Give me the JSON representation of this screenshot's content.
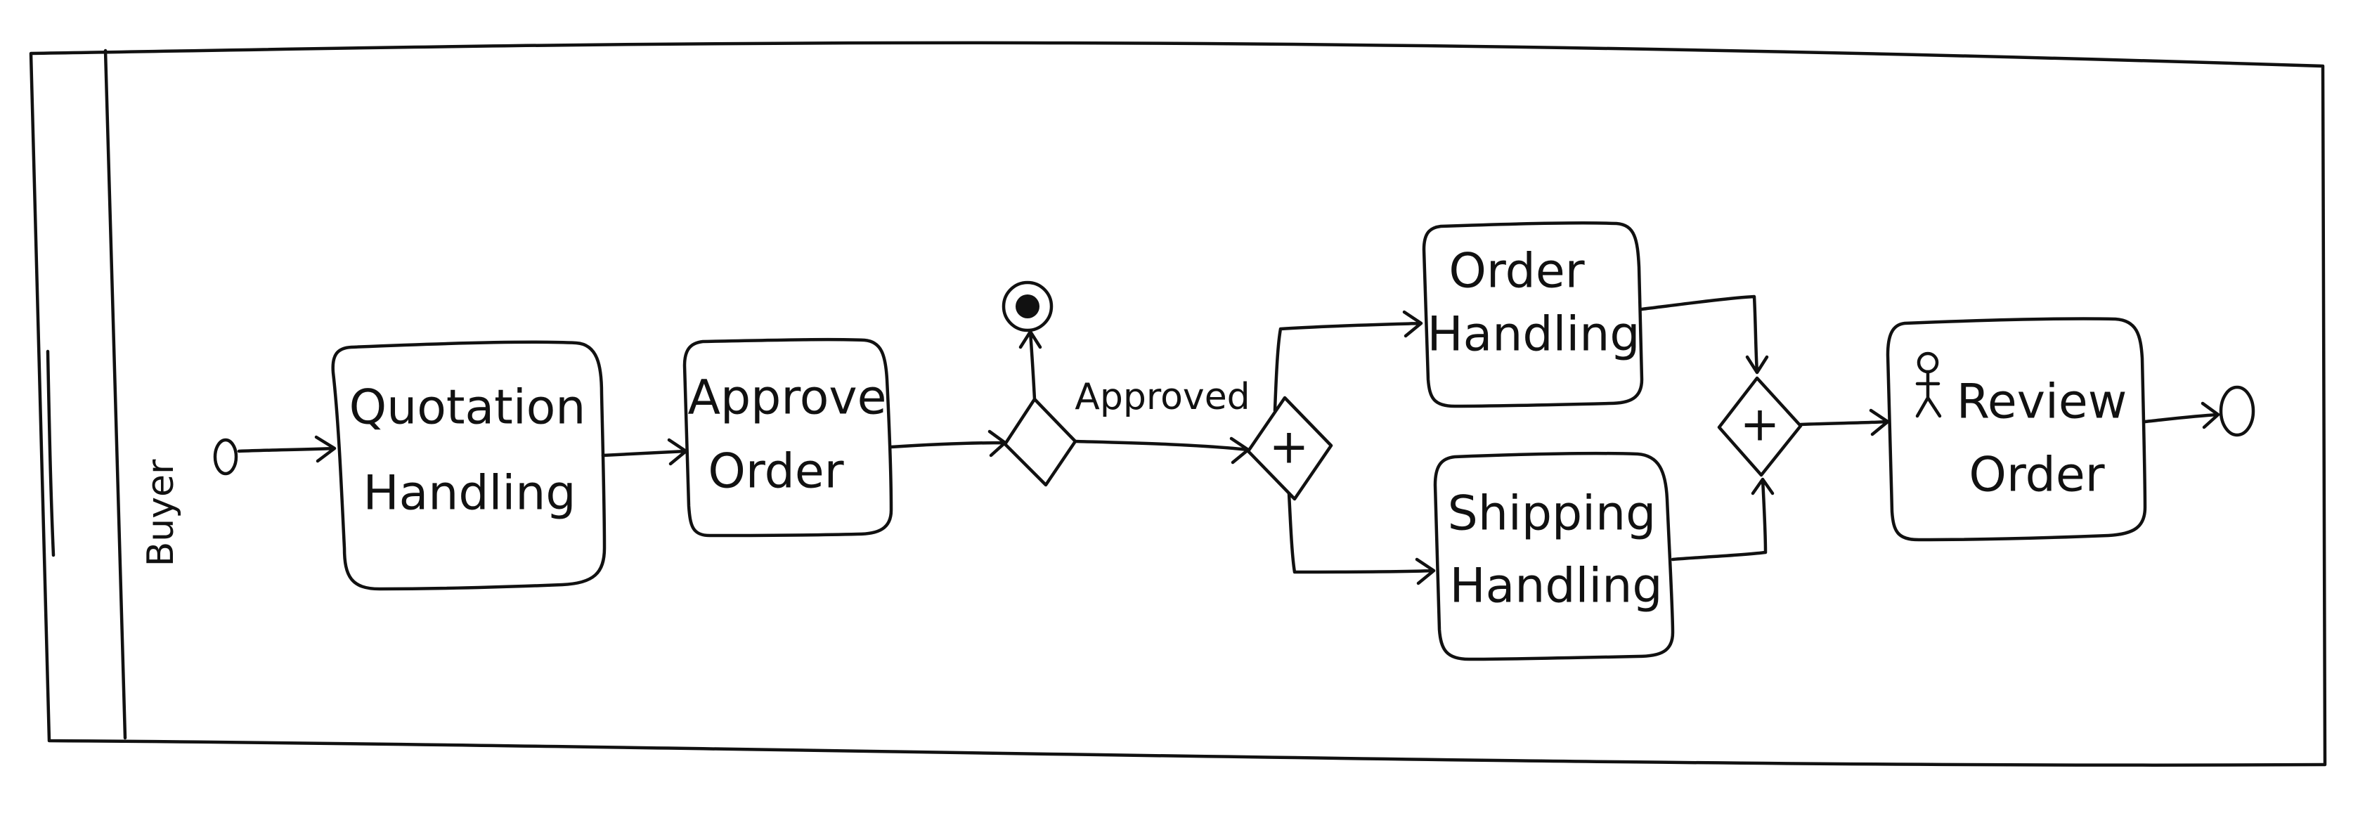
{
  "pool": {
    "lane_label": "Buyer"
  },
  "tasks": [
    {
      "id": "quotation-handling",
      "lines": [
        "Quotation",
        "Handling"
      ]
    },
    {
      "id": "approve-order",
      "lines": [
        "Approve",
        "Order"
      ]
    },
    {
      "id": "order-handling",
      "lines": [
        "Order",
        "Handling"
      ]
    },
    {
      "id": "shipping-handling",
      "lines": [
        "Shipping",
        "Handling"
      ]
    },
    {
      "id": "review-order",
      "lines": [
        "Review",
        "Order"
      ],
      "icon": "stick-figure-user-icon"
    }
  ],
  "gateways": {
    "exclusive": {
      "marker": ""
    },
    "parallel_split": {
      "marker": "+"
    },
    "parallel_join": {
      "marker": "+"
    }
  },
  "edges": {
    "approved_label": "Approved"
  },
  "colors": {
    "ink": "#111111",
    "paper": "#ffffff"
  }
}
